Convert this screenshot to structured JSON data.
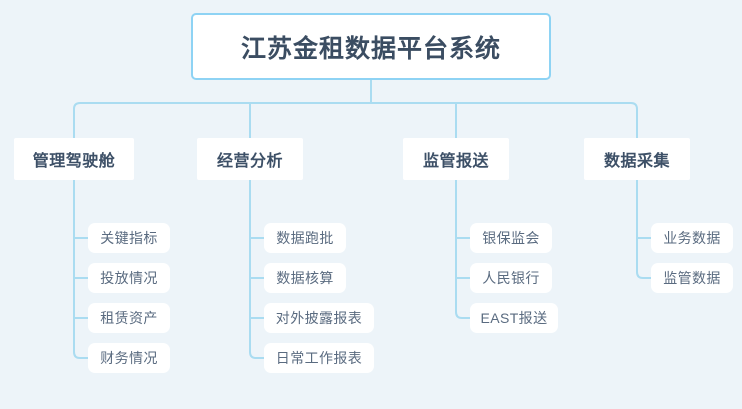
{
  "diagram": {
    "type": "org-tree",
    "title": "江苏金租数据平台系统",
    "background_color": "#edf4f9",
    "line_color": "#aadcf1",
    "node_fill": "#ffffff",
    "root_border_color": "#8ed3f4",
    "root_text_color": "#3b4d62",
    "branch_text_color": "#3d5067",
    "leaf_text_color": "#5a6b80",
    "root": {
      "label": "江苏金租数据平台系统"
    },
    "branches": [
      {
        "label": "管理驾驶舱",
        "leaves": [
          {
            "label": "关键指标"
          },
          {
            "label": "投放情况"
          },
          {
            "label": "租赁资产"
          },
          {
            "label": "财务情况"
          }
        ]
      },
      {
        "label": "经营分析",
        "leaves": [
          {
            "label": "数据跑批"
          },
          {
            "label": "数据核算"
          },
          {
            "label": "对外披露报表"
          },
          {
            "label": "日常工作报表"
          }
        ]
      },
      {
        "label": "监管报送",
        "leaves": [
          {
            "label": "银保监会"
          },
          {
            "label": "人民银行"
          },
          {
            "label": "EAST报送"
          }
        ]
      },
      {
        "label": "数据采集",
        "leaves": [
          {
            "label": "业务数据"
          },
          {
            "label": "监管数据"
          }
        ]
      }
    ]
  }
}
